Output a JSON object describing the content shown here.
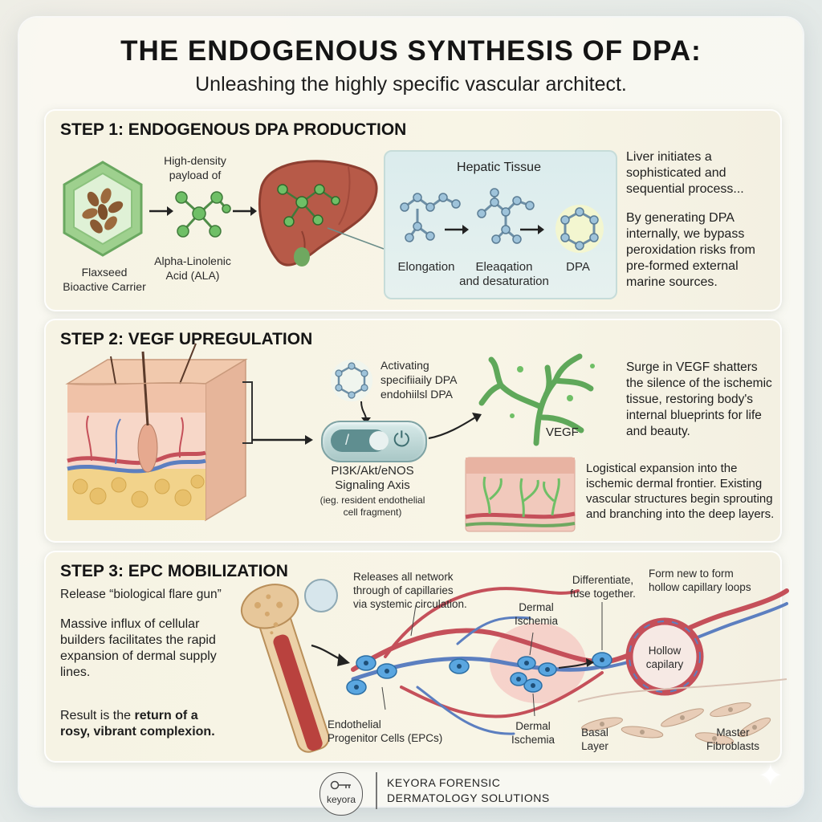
{
  "header": {
    "title": "THE ENDOGENOUS SYNTHESIS OF DPA:",
    "subtitle": "Unleashing the highly specific vascular architect."
  },
  "step1": {
    "title": "STEP 1: ENDOGENOUS DPA PRODUCTION",
    "payload_label_1": "High-density",
    "payload_label_2": "payload of",
    "flaxseed_label_1": "Flaxseed",
    "flaxseed_label_2": "Bioactive Carrier",
    "ala_label_1": "Alpha-Linolenic",
    "ala_label_2": "Acid (ALA)",
    "hepatic_title": "Hepatic Tissue",
    "elongation_label": "Elongation",
    "desat_label_1": "Eleaqation",
    "desat_label_2": "and desaturation",
    "dpa_label": "DPA",
    "text_1": "Liver initiates a sophisticated and sequential process...",
    "text_2": "By generating DPA internally, we bypass peroxidation risks from pre-formed external marine sources."
  },
  "step2": {
    "title": "STEP 2: VEGF UPREGULATION",
    "activating_1": "Activating",
    "activating_2": "specifiiaily DPA",
    "activating_3": "endohiilsl DPA",
    "pathway_1": "PI3K/Akt/eNOS",
    "pathway_2": "Signaling Axis",
    "pathway_3": "(ieg. resident endothelial",
    "pathway_4": "cell fragment)",
    "vegf_label": "VEGF",
    "text_1": "Surge in VEGF shatters the silence of the ischemic tissue, restoring body's internal blueprints for life and beauty.",
    "text_2": "Logistical expansion into the ischemic dermal frontier. Existing vascular structures begin sprouting and branching into the deep layers."
  },
  "step3": {
    "title": "STEP 3: EPC MOBILIZATION",
    "release_label": "Release “biological flare gun”",
    "text_1": "Massive influx of cellular builders facilitates the rapid expansion of dermal supply lines.",
    "result_prefix": "Result is the ",
    "result_bold_1": "return of a",
    "result_bold_2": "rosy, vibrant complexion.",
    "releases_1": "Releases all network",
    "releases_2": "through of capillaries",
    "releases_3": "via systemic circulation.",
    "dermal_top_1": "Dermal",
    "dermal_top_2": "Ischemia",
    "differentiate_1": "Differentiate,",
    "differentiate_2": "fuse together.",
    "form_1": "Form new to form",
    "form_2": "hollow capillary loops",
    "hollow_1": "Hollow",
    "hollow_2": "capilary",
    "epc_1": "Endothelial",
    "epc_2": "Progenitor Cells (EPCs)",
    "dermal_bottom_1": "Dermal",
    "dermal_bottom_2": "Ischemia",
    "basal_1": "Basal",
    "basal_2": "Layer",
    "fibro_1": "Master",
    "fibro_2": "Fibroblasts"
  },
  "footer": {
    "logo_text": "keyora",
    "company_1": "KEYORA FORENSIC",
    "company_2": "DERMATOLOGY SOLUTIONS"
  },
  "colors": {
    "molecule_green": "#6fbf66",
    "liver_red": "#b75a48",
    "vessel_red": "#c5505a",
    "vessel_blue": "#5c7fc0",
    "cell_blue": "#5aa6e0",
    "bone_tan": "#e7c79a"
  }
}
